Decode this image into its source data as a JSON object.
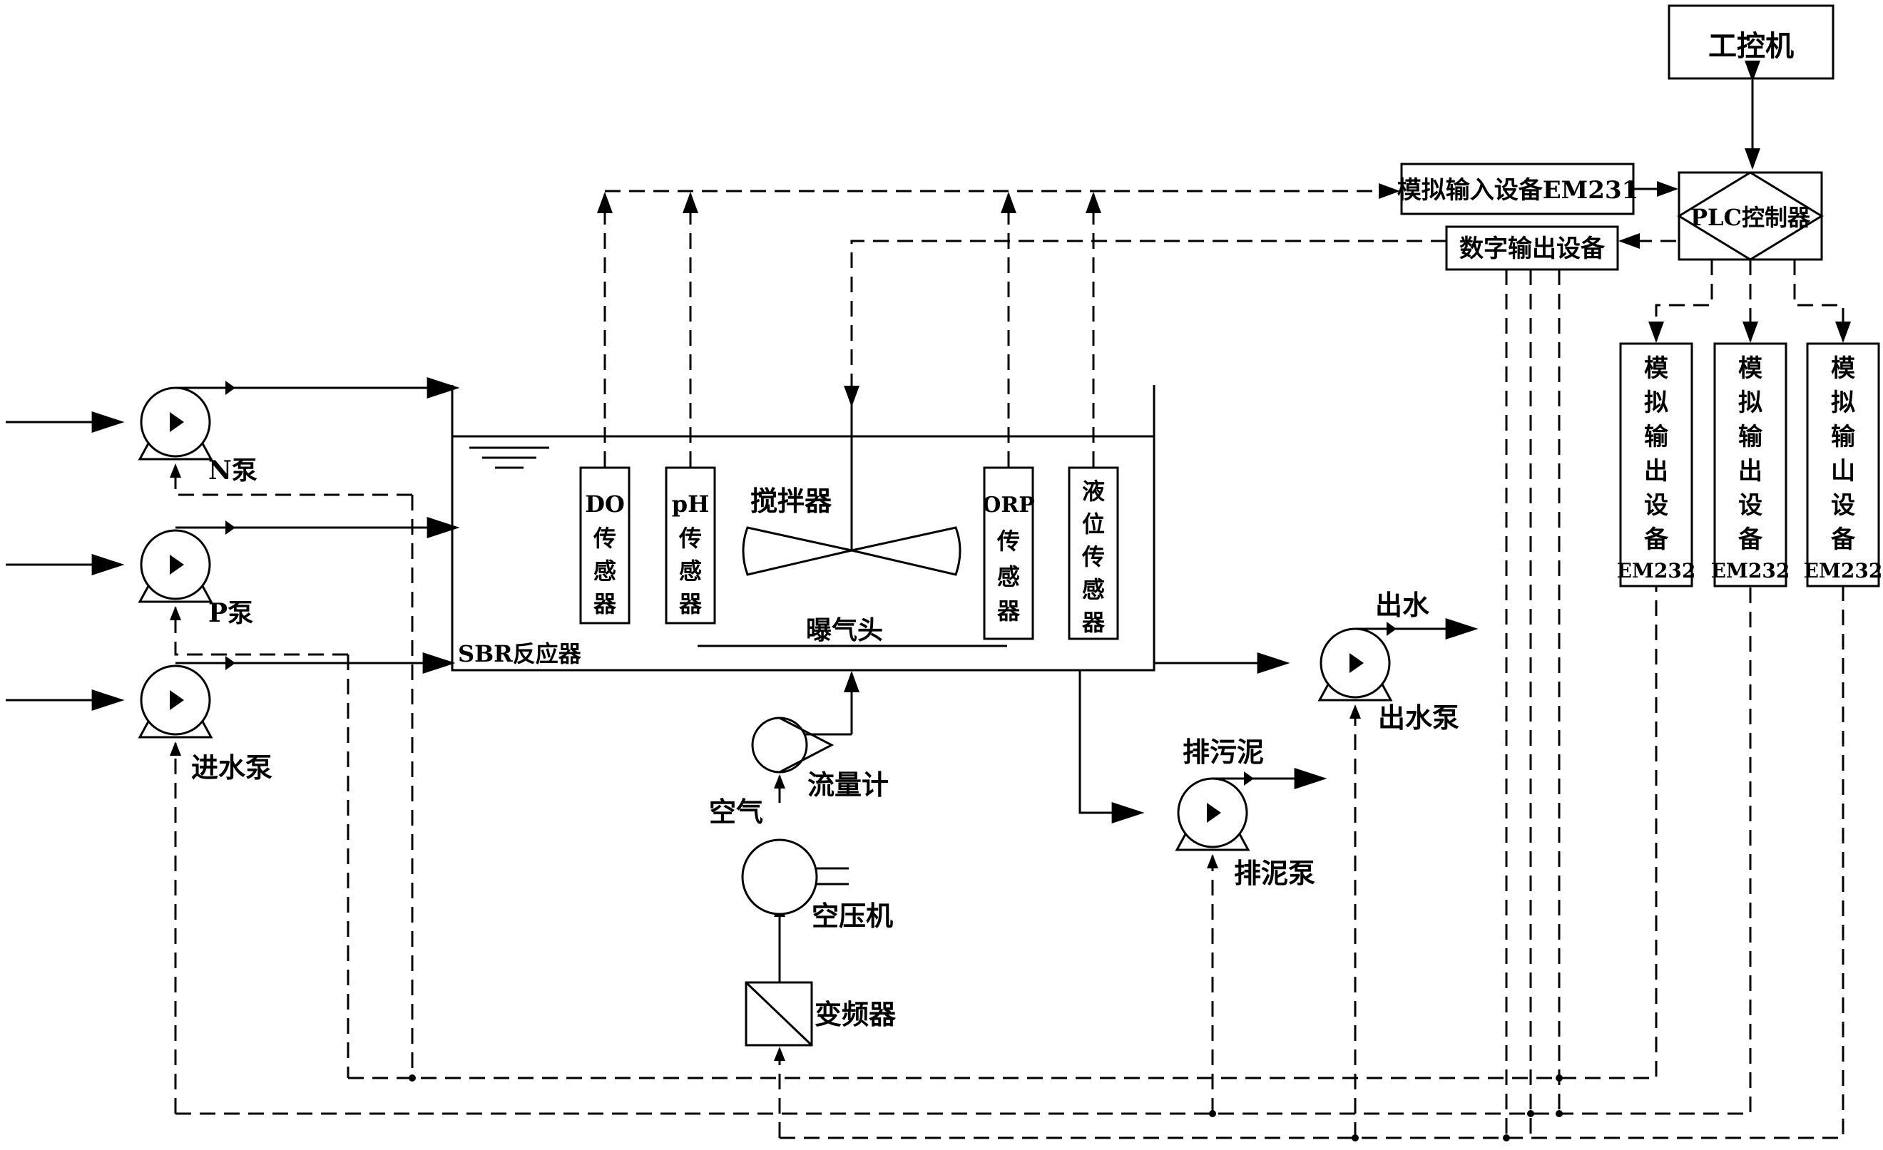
{
  "labels": {
    "ipc": "工控机",
    "plc": "PLC控制器",
    "analog_input": "模拟输入设备EM231",
    "digital_output": "数字输出设备",
    "analog_output_1": [
      "模",
      "拟",
      "输",
      "出",
      "设",
      "备",
      "EM232"
    ],
    "analog_output_2": [
      "模",
      "拟",
      "输",
      "出",
      "设",
      "备",
      "EM232"
    ],
    "analog_output_3": [
      "模",
      "拟",
      "输",
      "山",
      "设",
      "备",
      "EM232"
    ],
    "n_pump": "N泵",
    "p_pump": "P泵",
    "inlet_pump": "进水泵",
    "reactor": "SBR反应器",
    "do_sensor": [
      "DO",
      "传",
      "感",
      "器"
    ],
    "ph_sensor": [
      "pH",
      "传",
      "感",
      "器"
    ],
    "orp_sensor": [
      "ORP",
      "传",
      "感",
      "器"
    ],
    "level_sensor": [
      "液",
      "位",
      "传",
      "感",
      "器"
    ],
    "mixer": "搅拌器",
    "aerator": "曝气头",
    "flowmeter": "流量计",
    "air": "空气",
    "compressor": "空压机",
    "inverter": "变频器",
    "outlet_water": "出水",
    "outlet_pump": "出水泵",
    "sludge_discharge": "排污泥",
    "sludge_pump": "排泥泵"
  }
}
